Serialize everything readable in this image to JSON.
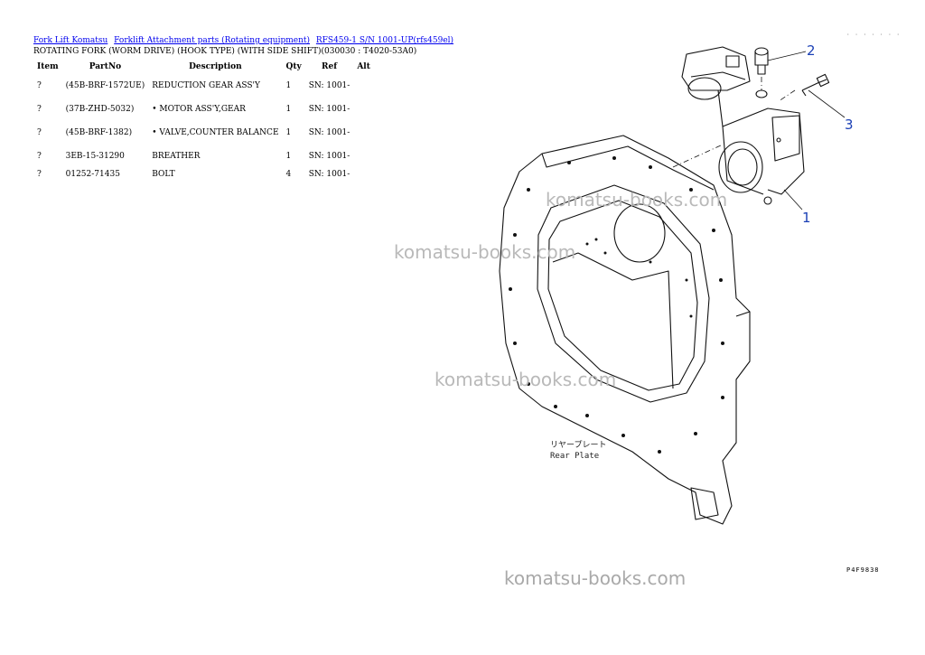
{
  "breadcrumb": {
    "link1": "Fork Lift Komatsu",
    "link2": "Forklift Attachment parts (Rotating equipment)",
    "link3": "RFS459-1 S/N 1001-UP(rfs459el)"
  },
  "title": "ROTATING FORK (WORM DRIVE) (HOOK TYPE) (WITH SIDE SHIFT)(030030 : T4020-53A0)",
  "table": {
    "headers": {
      "item": "Item",
      "partno": "PartNo",
      "description": "Description",
      "qty": "Qty",
      "ref": "Ref",
      "alt": "Alt"
    },
    "rows": [
      {
        "item": "?",
        "partno": "(45B-BRF-1572UE)",
        "description": "REDUCTION GEAR ASS'Y",
        "qty": "1",
        "ref": "SN: 1001-"
      },
      {
        "item": "?",
        "partno": "(37B-ZHD-5032)",
        "description": "• MOTOR ASS'Y,GEAR",
        "qty": "1",
        "ref": "SN: 1001-"
      },
      {
        "item": "?",
        "partno": "(45B-BRF-1382)",
        "description": "• VALVE,COUNTER BALANCE",
        "qty": "1",
        "ref": "SN: 1001-"
      },
      {
        "item": "?",
        "partno": "3EB-15-31290",
        "description": "BREATHER",
        "qty": "1",
        "ref": "SN: 1001-"
      },
      {
        "item": "?",
        "partno": "01252-71435",
        "description": "BOLT",
        "qty": "4",
        "ref": "SN: 1001-"
      }
    ]
  },
  "diagram": {
    "callout1": "1",
    "callout2": "2",
    "callout3": "3",
    "plate_jp": "リヤープレート",
    "plate_en": "Rear Plate",
    "drawing_code": "P4F9838",
    "top_code": "· · · · · · ·"
  },
  "watermark": "komatsu-books.com",
  "colors": {
    "link": "#0000ee",
    "callout": "#1a3fb5",
    "watermark": "#b9b9b9"
  }
}
